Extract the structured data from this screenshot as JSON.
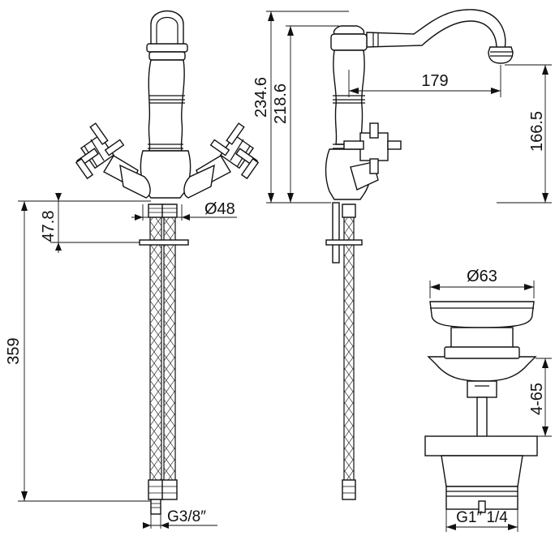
{
  "dimensions": {
    "hose_length": "359",
    "body_to_clamp": "47.8",
    "body_diameter": "Ø48",
    "hose_thread": "G3/8″",
    "total_height": "234.6",
    "spout_height": "218.6",
    "spout_reach": "179",
    "spout_outlet_height": "166.5",
    "waste_diameter": "Ø63",
    "waste_range": "4-65",
    "waste_thread": "G1″ 1/4"
  },
  "colors": {
    "line": "#111111",
    "background": "#ffffff"
  }
}
